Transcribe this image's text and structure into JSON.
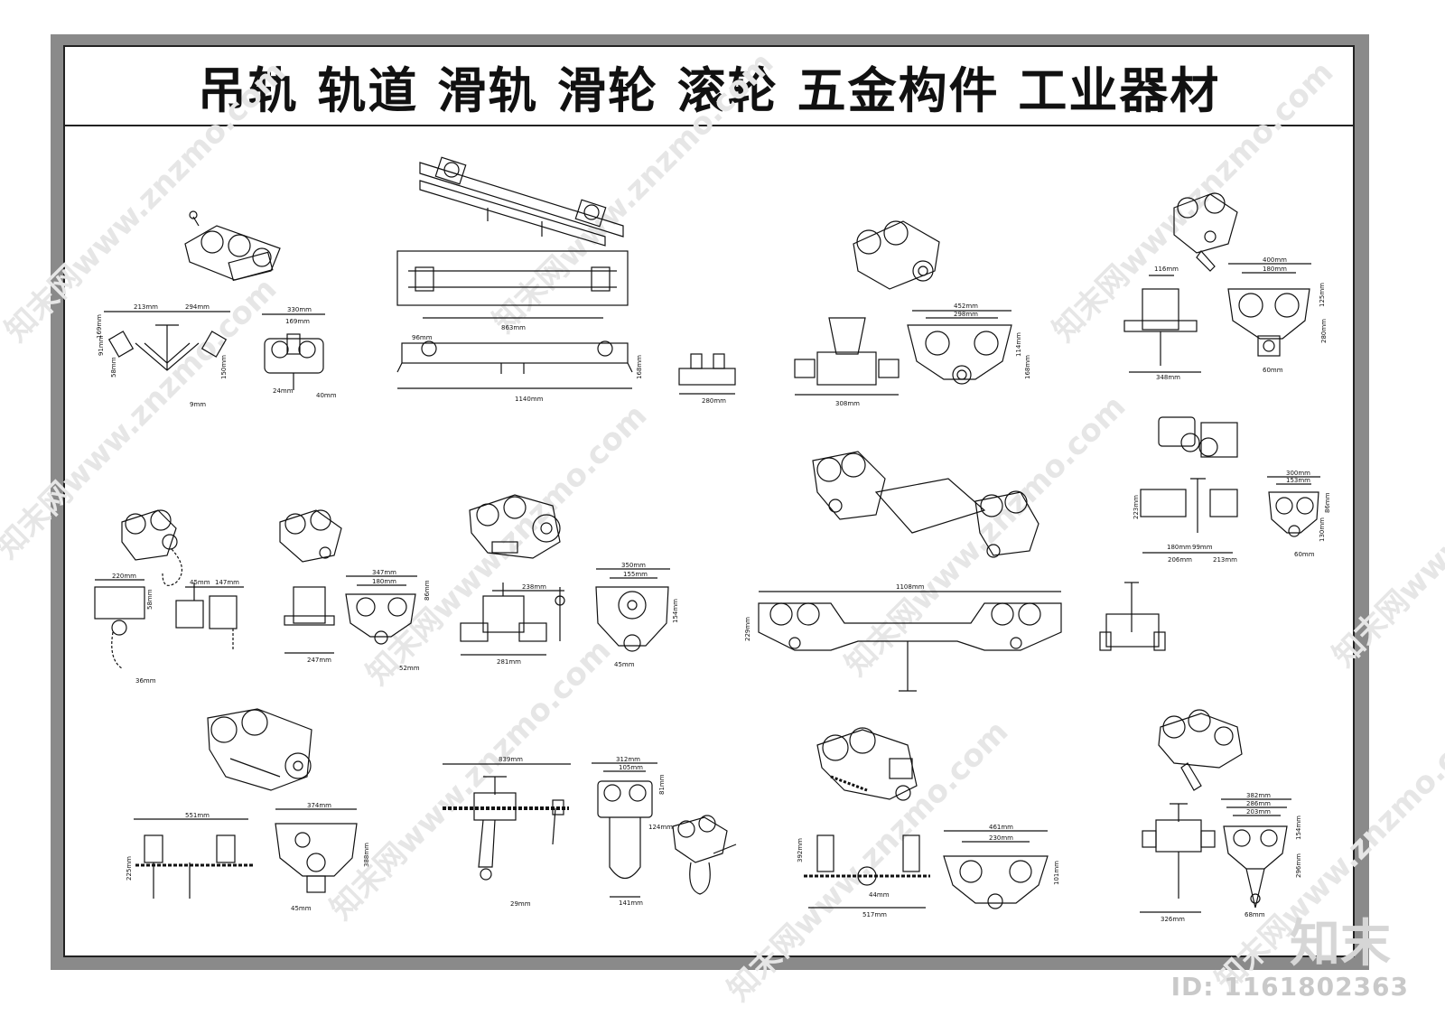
{
  "title": "吊轨  轨道  滑轨  滑轮  滚轮  五金构件  工业器材",
  "watermark": "知末网www.znzmo.com",
  "corner_logo": "知末",
  "id_label": "ID: 1161802363",
  "dimensions": {
    "d1": "213mm",
    "d2": "294mm",
    "d3": "330mm",
    "d4": "169mm",
    "d5": "169mm",
    "d6": "91mm",
    "d7": "58mm",
    "d8": "150mm",
    "d9": "9mm",
    "d10": "24mm",
    "d11": "40mm",
    "d12": "96mm",
    "d13": "863mm",
    "d14": "1140mm",
    "d15": "168mm",
    "d16": "280mm",
    "d17": "452mm",
    "d18": "298mm",
    "d19": "114mm",
    "d20": "308mm",
    "d21": "168mm",
    "d22": "116mm",
    "d23": "400mm",
    "d24": "180mm",
    "d25": "125mm",
    "d26": "280mm",
    "d27": "348mm",
    "d28": "60mm",
    "d29": "300mm",
    "d30": "153mm",
    "d31": "223mm",
    "d32": "180mm",
    "d33": "99mm",
    "d34": "206mm",
    "d35": "213mm",
    "d36": "60mm",
    "d37": "130mm",
    "d38": "86mm",
    "d39": "220mm",
    "d40": "45mm",
    "d41": "147mm",
    "d42": "58mm",
    "d43": "36mm",
    "d44": "347mm",
    "d45": "180mm",
    "d46": "86mm",
    "d47": "247mm",
    "d48": "52mm",
    "d49": "238mm",
    "d50": "281mm",
    "d51": "350mm",
    "d52": "155mm",
    "d53": "154mm",
    "d54": "45mm",
    "d55": "1108mm",
    "d56": "229mm",
    "d57": "551mm",
    "d58": "374mm",
    "d59": "225mm",
    "d60": "388mm",
    "d61": "45mm",
    "d62": "839mm",
    "d63": "29mm",
    "d64": "312mm",
    "d65": "105mm",
    "d66": "81mm",
    "d67": "124mm",
    "d68": "141mm",
    "d69": "461mm",
    "d70": "230mm",
    "d71": "392mm",
    "d72": "44mm",
    "d73": "517mm",
    "d74": "101mm",
    "d75": "382mm",
    "d76": "286mm",
    "d77": "203mm",
    "d78": "154mm",
    "d79": "296mm",
    "d80": "326mm",
    "d81": "68mm"
  }
}
